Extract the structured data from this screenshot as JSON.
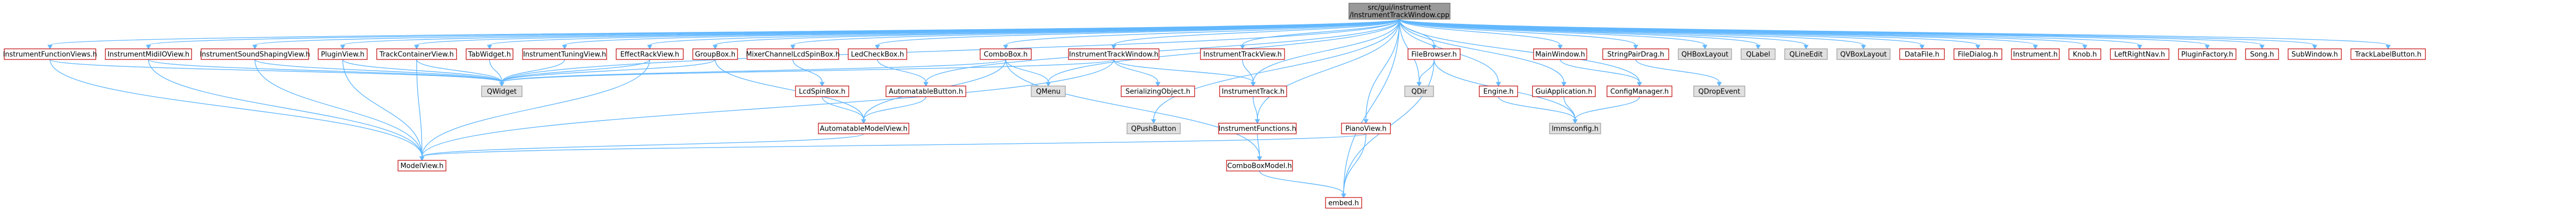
{
  "title": "",
  "root_label": [
    "src/gui/instrument",
    "/InstrumentTrackWindow.cpp"
  ],
  "nodes": [
    {
      "id": "root",
      "label": "src/gui/instrument\n/InstrumentTrackWindow.cpp",
      "kind": "root"
    },
    {
      "id": "ifv",
      "label": "InstrumentFunctionViews.h",
      "kind": "normal"
    },
    {
      "id": "imv",
      "label": "InstrumentMidiIOView.h",
      "kind": "normal"
    },
    {
      "id": "issv",
      "label": "InstrumentSoundShapingView.h",
      "kind": "normal"
    },
    {
      "id": "pv",
      "label": "PluginView.h",
      "kind": "normal"
    },
    {
      "id": "tcv",
      "label": "TrackContainerView.h",
      "kind": "normal"
    },
    {
      "id": "tw",
      "label": "TabWidget.h",
      "kind": "normal"
    },
    {
      "id": "itv",
      "label": "InstrumentTuningView.h",
      "kind": "normal"
    },
    {
      "id": "erv",
      "label": "EffectRackView.h",
      "kind": "normal"
    },
    {
      "id": "gb",
      "label": "GroupBox.h",
      "kind": "normal"
    },
    {
      "id": "mclsb",
      "label": "MixerChannelLcdSpinBox.h",
      "kind": "normal"
    },
    {
      "id": "lcb",
      "label": "LedCheckBox.h",
      "kind": "normal"
    },
    {
      "id": "cb",
      "label": "ComboBox.h",
      "kind": "normal"
    },
    {
      "id": "itw",
      "label": "InstrumentTrackWindow.h",
      "kind": "normal"
    },
    {
      "id": "itrv",
      "label": "InstrumentTrackView.h",
      "kind": "normal"
    },
    {
      "id": "fb",
      "label": "FileBrowser.h",
      "kind": "normal"
    },
    {
      "id": "mw",
      "label": "MainWindow.h",
      "kind": "normal"
    },
    {
      "id": "spd",
      "label": "StringPairDrag.h",
      "kind": "normal"
    },
    {
      "id": "qhbl",
      "label": "QHBoxLayout",
      "kind": "ext"
    },
    {
      "id": "qlabel",
      "label": "QLabel",
      "kind": "ext"
    },
    {
      "id": "qle",
      "label": "QLineEdit",
      "kind": "ext"
    },
    {
      "id": "qvbl",
      "label": "QVBoxLayout",
      "kind": "ext"
    },
    {
      "id": "df",
      "label": "DataFile.h",
      "kind": "normal"
    },
    {
      "id": "fd",
      "label": "FileDialog.h",
      "kind": "normal"
    },
    {
      "id": "inst",
      "label": "Instrument.h",
      "kind": "normal"
    },
    {
      "id": "knob",
      "label": "Knob.h",
      "kind": "normal"
    },
    {
      "id": "lrn",
      "label": "LeftRightNav.h",
      "kind": "normal"
    },
    {
      "id": "pf",
      "label": "PluginFactory.h",
      "kind": "normal"
    },
    {
      "id": "song",
      "label": "Song.h",
      "kind": "normal"
    },
    {
      "id": "sw",
      "label": "SubWindow.h",
      "kind": "normal"
    },
    {
      "id": "tlb",
      "label": "TrackLabelButton.h",
      "kind": "normal"
    },
    {
      "id": "qwidget",
      "label": "QWidget",
      "kind": "ext"
    },
    {
      "id": "lsb",
      "label": "LcdSpinBox.h",
      "kind": "normal"
    },
    {
      "id": "ab",
      "label": "AutomatableButton.h",
      "kind": "normal"
    },
    {
      "id": "qmenu",
      "label": "QMenu",
      "kind": "ext"
    },
    {
      "id": "so",
      "label": "SerializingObject.h",
      "kind": "normal"
    },
    {
      "id": "it",
      "label": "InstrumentTrack.h",
      "kind": "normal"
    },
    {
      "id": "qdir",
      "label": "QDir",
      "kind": "ext"
    },
    {
      "id": "eng",
      "label": "Engine.h",
      "kind": "normal"
    },
    {
      "id": "guiapp",
      "label": "GuiApplication.h",
      "kind": "normal"
    },
    {
      "id": "cm",
      "label": "ConfigManager.h",
      "kind": "normal"
    },
    {
      "id": "qde",
      "label": "QDropEvent",
      "kind": "ext"
    },
    {
      "id": "amv",
      "label": "AutomatableModelView.h",
      "kind": "normal"
    },
    {
      "id": "qpb",
      "label": "QPushButton",
      "kind": "ext"
    },
    {
      "id": "ifn",
      "label": "InstrumentFunctions.h",
      "kind": "normal"
    },
    {
      "id": "piano",
      "label": "PianoView.h",
      "kind": "normal"
    },
    {
      "id": "lmms",
      "label": "lmmsconfig.h",
      "kind": "ext"
    },
    {
      "id": "mv",
      "label": "ModelView.h",
      "kind": "normal"
    },
    {
      "id": "cbm",
      "label": "ComboBoxModel.h",
      "kind": "normal"
    },
    {
      "id": "embed",
      "label": "embed.h",
      "kind": "normal"
    }
  ],
  "edges": [
    [
      "root",
      "ifv"
    ],
    [
      "root",
      "imv"
    ],
    [
      "root",
      "issv"
    ],
    [
      "root",
      "pv"
    ],
    [
      "root",
      "tcv"
    ],
    [
      "root",
      "tw"
    ],
    [
      "root",
      "itv"
    ],
    [
      "root",
      "erv"
    ],
    [
      "root",
      "gb"
    ],
    [
      "root",
      "mclsb"
    ],
    [
      "root",
      "lcb"
    ],
    [
      "root",
      "cb"
    ],
    [
      "root",
      "itw"
    ],
    [
      "root",
      "itrv"
    ],
    [
      "root",
      "fb"
    ],
    [
      "root",
      "mw"
    ],
    [
      "root",
      "spd"
    ],
    [
      "root",
      "qhbl"
    ],
    [
      "root",
      "qlabel"
    ],
    [
      "root",
      "qle"
    ],
    [
      "root",
      "qvbl"
    ],
    [
      "root",
      "df"
    ],
    [
      "root",
      "fd"
    ],
    [
      "root",
      "inst"
    ],
    [
      "root",
      "knob"
    ],
    [
      "root",
      "lrn"
    ],
    [
      "root",
      "pf"
    ],
    [
      "root",
      "song"
    ],
    [
      "root",
      "sw"
    ],
    [
      "root",
      "tlb"
    ],
    [
      "root",
      "qwidget"
    ],
    [
      "root",
      "qmenu"
    ],
    [
      "root",
      "it"
    ],
    [
      "root",
      "qdir"
    ],
    [
      "root",
      "eng"
    ],
    [
      "root",
      "guiapp"
    ],
    [
      "root",
      "cm"
    ],
    [
      "root",
      "ab"
    ],
    [
      "root",
      "qpb"
    ],
    [
      "root",
      "ifn"
    ],
    [
      "root",
      "piano"
    ],
    [
      "root",
      "embed"
    ],
    [
      "ifv",
      "qwidget"
    ],
    [
      "ifv",
      "mv"
    ],
    [
      "imv",
      "qwidget"
    ],
    [
      "imv",
      "mv"
    ],
    [
      "issv",
      "qwidget"
    ],
    [
      "issv",
      "mv"
    ],
    [
      "pv",
      "qwidget"
    ],
    [
      "pv",
      "mv"
    ],
    [
      "tcv",
      "qwidget"
    ],
    [
      "tcv",
      "mv"
    ],
    [
      "tw",
      "qwidget"
    ],
    [
      "itv",
      "qwidget"
    ],
    [
      "erv",
      "qwidget"
    ],
    [
      "erv",
      "mv"
    ],
    [
      "gb",
      "qwidget"
    ],
    [
      "gb",
      "amv"
    ],
    [
      "mclsb",
      "lsb"
    ],
    [
      "lsb",
      "amv"
    ],
    [
      "lcb",
      "ab"
    ],
    [
      "ab",
      "amv"
    ],
    [
      "cb",
      "qwidget"
    ],
    [
      "cb",
      "qmenu"
    ],
    [
      "cb",
      "amv"
    ],
    [
      "cb",
      "cbm"
    ],
    [
      "itw",
      "qwidget"
    ],
    [
      "itw",
      "so"
    ],
    [
      "itw",
      "it"
    ],
    [
      "itw",
      "mv"
    ],
    [
      "itrv",
      "it"
    ],
    [
      "it",
      "ifn"
    ],
    [
      "ifn",
      "cbm"
    ],
    [
      "cbm",
      "embed"
    ],
    [
      "amv",
      "mv"
    ],
    [
      "piano",
      "embed"
    ],
    [
      "piano",
      "mv"
    ],
    [
      "fb",
      "qdir"
    ],
    [
      "fb",
      "lmms"
    ],
    [
      "fb",
      "embed"
    ],
    [
      "eng",
      "lmms"
    ],
    [
      "guiapp",
      "lmms"
    ],
    [
      "cm",
      "lmms"
    ],
    [
      "mw",
      "cm"
    ],
    [
      "spd",
      "qde"
    ]
  ]
}
